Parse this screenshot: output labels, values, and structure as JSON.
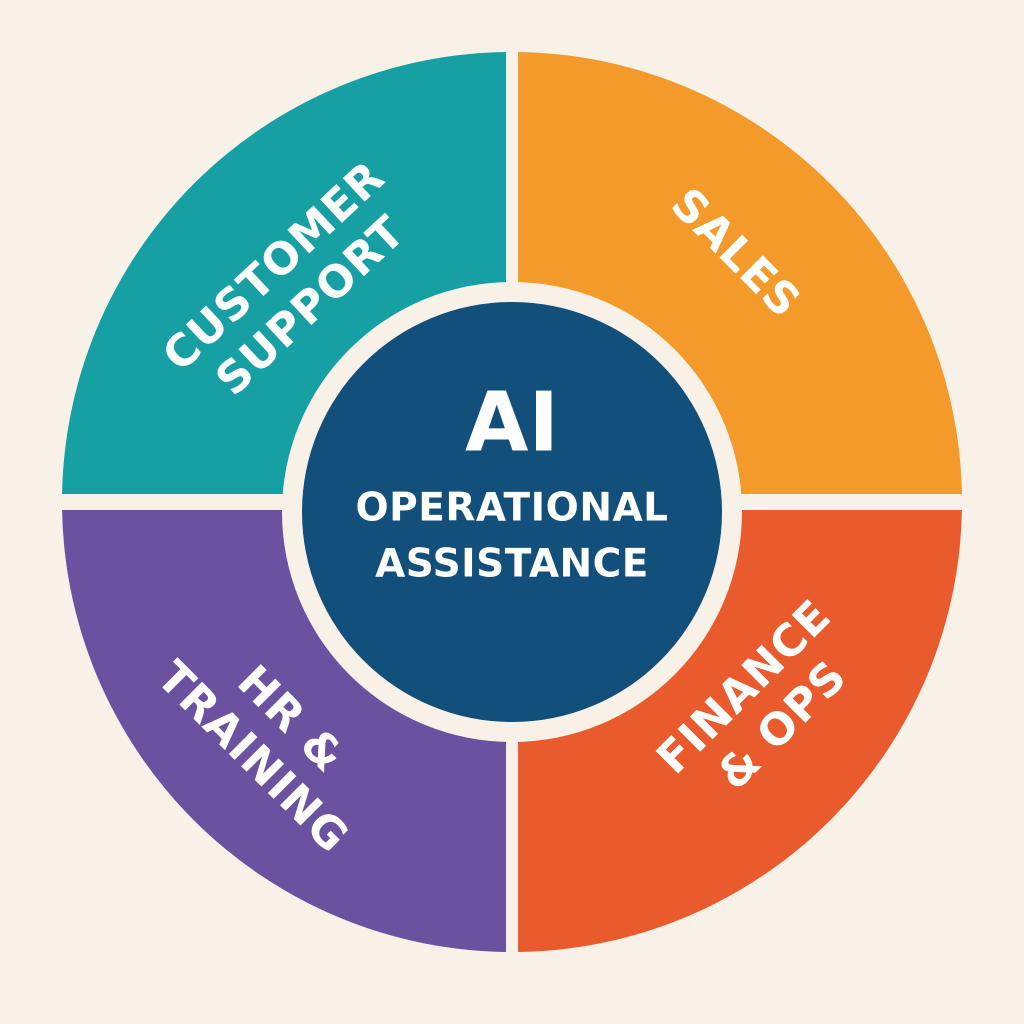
{
  "diagram": {
    "background": "#f7f1e8",
    "gap_color": "#f7f1e8",
    "center": {
      "title": "AI",
      "subtitle_lines": [
        "OPERATIONAL",
        "ASSISTANCE"
      ],
      "color": "#134f7b"
    },
    "segments": [
      {
        "id": "customer-support",
        "lines": [
          "CUSTOMER",
          "SUPPORT"
        ],
        "color": "#16a0a4"
      },
      {
        "id": "sales",
        "lines": [
          "SALES"
        ],
        "color": "#f39a2a"
      },
      {
        "id": "finance-ops",
        "lines": [
          "FINANCE",
          "& OPS"
        ],
        "color": "#e95a2c"
      },
      {
        "id": "hr-training",
        "lines": [
          "HR &",
          "TRAINING"
        ],
        "color": "#6b52a1"
      }
    ]
  }
}
